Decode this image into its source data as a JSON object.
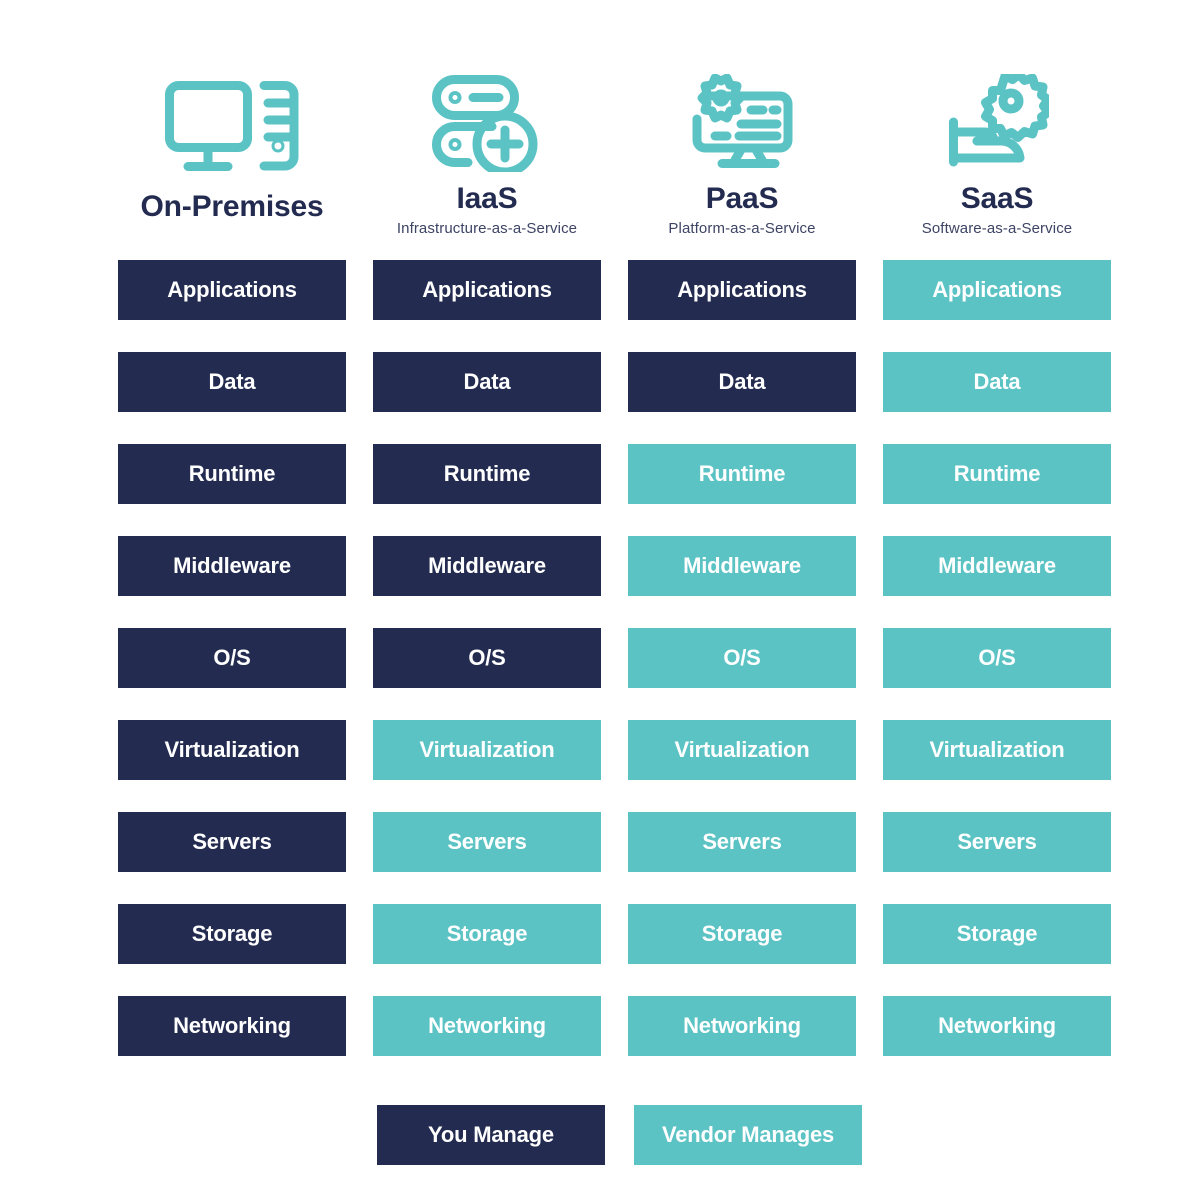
{
  "palette": {
    "you_manage": "#232c50",
    "vendor_manages": "#5cc3c5",
    "icon": "#5cc3c5",
    "background": "#ffffff",
    "title_text": "#232c50",
    "subtitle_text": "#3d4464",
    "cell_text": "#ffffff"
  },
  "columns": [
    {
      "id": "on-premises",
      "title": "On-Premises",
      "subtitle": "",
      "icon": "desktop-computer-icon"
    },
    {
      "id": "iaas",
      "title": "IaaS",
      "subtitle": "Infrastructure-as-a-Service",
      "icon": "server-stack-plus-icon"
    },
    {
      "id": "paas",
      "title": "PaaS",
      "subtitle": "Platform-as-a-Service",
      "icon": "monitor-gear-icon"
    },
    {
      "id": "saas",
      "title": "SaaS",
      "subtitle": "Software-as-a-Service",
      "icon": "hand-gear-icon"
    }
  ],
  "layers": [
    "Applications",
    "Data",
    "Runtime",
    "Middleware",
    "O/S",
    "Virtualization",
    "Servers",
    "Storage",
    "Networking"
  ],
  "matrix": {
    "on-premises": [
      "you",
      "you",
      "you",
      "you",
      "you",
      "you",
      "you",
      "you",
      "you"
    ],
    "iaas": [
      "you",
      "you",
      "you",
      "you",
      "you",
      "vend",
      "vend",
      "vend",
      "vend"
    ],
    "paas": [
      "you",
      "you",
      "vend",
      "vend",
      "vend",
      "vend",
      "vend",
      "vend",
      "vend"
    ],
    "saas": [
      "vend",
      "vend",
      "vend",
      "vend",
      "vend",
      "vend",
      "vend",
      "vend",
      "vend"
    ]
  },
  "legend": [
    {
      "id": "you",
      "label": "You Manage"
    },
    {
      "id": "vend",
      "label": "Vendor Manages"
    }
  ]
}
